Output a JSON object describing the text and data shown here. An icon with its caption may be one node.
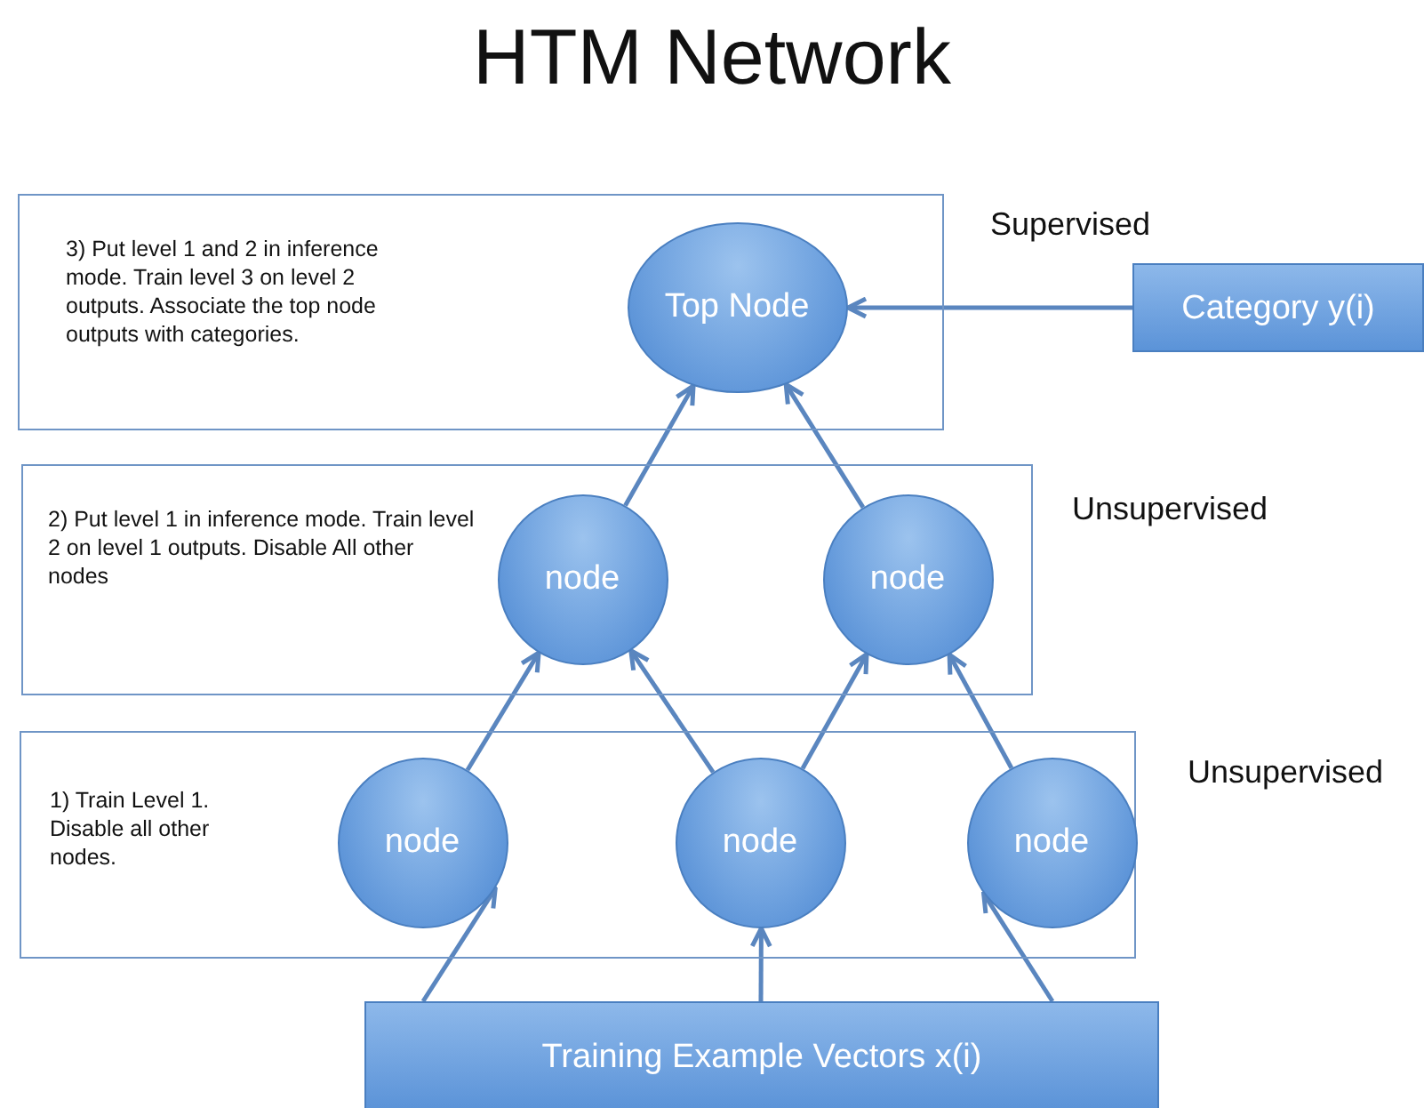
{
  "diagram": {
    "title": "HTM Network",
    "nodes": [
      {
        "text": [
          "3) Put level 1 and 2 in inference mode. Train level 3 on level 2 outputs. Associate the top node outputs with categories."
        ]
      },
      {
        "text": [
          "Top Node"
        ],
        "in": 0
      },
      {
        "text": [
          "Category y(i)"
        ]
      },
      {
        "text": [
          "2) Put level 1 in inference mode. Train level 2 on level 1 outputs. Disable All other nodes"
        ],
        "beside": [
          "Unsupervised"
        ]
      },
      {
        "text": [
          "node"
        ],
        "in": 3
      },
      {
        "text": [
          "node"
        ],
        "in": 3
      },
      {
        "text": [
          "1) Train Level 1. Disable all other nodes."
        ],
        "beside": [
          "Unsupervised"
        ]
      },
      {
        "text": [
          "node"
        ],
        "in": 6
      },
      {
        "text": [
          "node"
        ],
        "in": 6
      },
      {
        "text": [
          "node"
        ],
        "in": 6
      },
      {
        "text": [
          "Training Example Vectors x(i)"
        ]
      }
    ],
    "edges": [
      {
        "from": 2,
        "to": 1,
        "arrow": "to"
      },
      {
        "from": 4,
        "to": 1,
        "arrow": "to"
      },
      {
        "from": 5,
        "to": 1,
        "arrow": "to"
      },
      {
        "from": 7,
        "to": 4,
        "arrow": "to"
      },
      {
        "from": 8,
        "to": 4,
        "arrow": "to"
      },
      {
        "from": 8,
        "to": 5,
        "arrow": "to"
      },
      {
        "from": 9,
        "to": 5,
        "arrow": "to"
      },
      {
        "from": 10,
        "to": 7,
        "arrow": "to"
      },
      {
        "from": 10,
        "to": 8,
        "arrow": "to"
      },
      {
        "from": 10,
        "to": 9,
        "arrow": "to"
      }
    ],
    "labels": [
      "Supervised"
    ]
  }
}
